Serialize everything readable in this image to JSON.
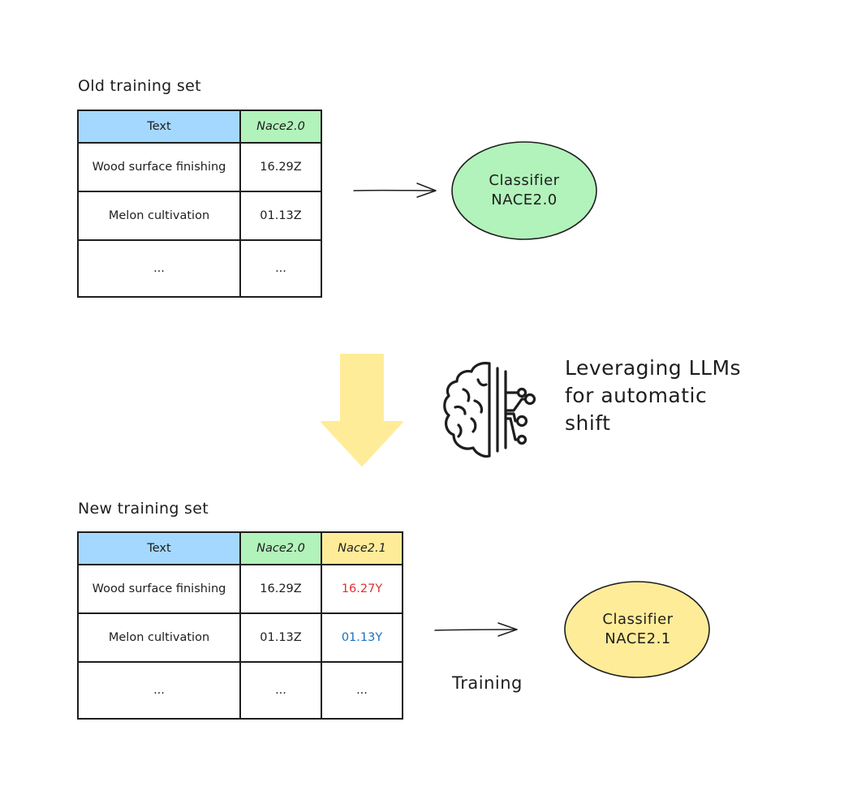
{
  "old_set": {
    "title": "Old training set",
    "headers": [
      "Text",
      "Nace2.0"
    ],
    "rows": [
      [
        "Wood surface finishing",
        "16.29Z"
      ],
      [
        "Melon cultivation",
        "01.13Z"
      ],
      [
        "...",
        "..."
      ]
    ]
  },
  "new_set": {
    "title": "New training set",
    "headers": [
      "Text",
      "Nace2.0",
      "Nace2.1"
    ],
    "rows": [
      [
        "Wood surface finishing",
        "16.29Z",
        "16.27Y"
      ],
      [
        "Melon cultivation",
        "01.13Z",
        "01.13Y"
      ],
      [
        "...",
        "...",
        "..."
      ]
    ]
  },
  "classifier_old": {
    "line1": "Classifier",
    "line2": "NACE2.0"
  },
  "classifier_new": {
    "line1": "Classifier",
    "line2": "NACE2.1"
  },
  "llm_caption": {
    "line1": "Leveraging LLMs",
    "line2": "for automatic",
    "line3": "shift"
  },
  "training_label": "Training",
  "icons": {
    "brain": "brain-circuit-icon",
    "arrow": "down-arrow-icon"
  },
  "colors": {
    "text_header": "#a5d8ff",
    "nace20_header": "#b2f2bb",
    "nace21_header": "#ffec99",
    "classifier_old_fill": "#b2f2bb",
    "classifier_new_fill": "#ffec99",
    "changed_code_red": "#e03131",
    "changed_code_blue": "#1971c2",
    "shift_arrow": "#ffec99"
  }
}
